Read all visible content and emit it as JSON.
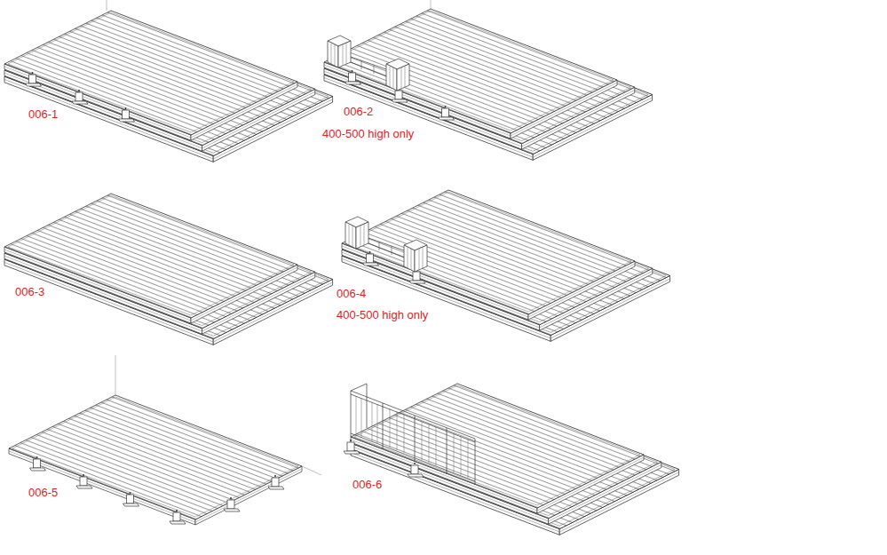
{
  "diagram": {
    "labels": [
      "006-1",
      "006-2",
      "400-500 high only",
      "006-3",
      "006-4",
      "400-500 high only",
      "006-5",
      "006-6"
    ]
  }
}
